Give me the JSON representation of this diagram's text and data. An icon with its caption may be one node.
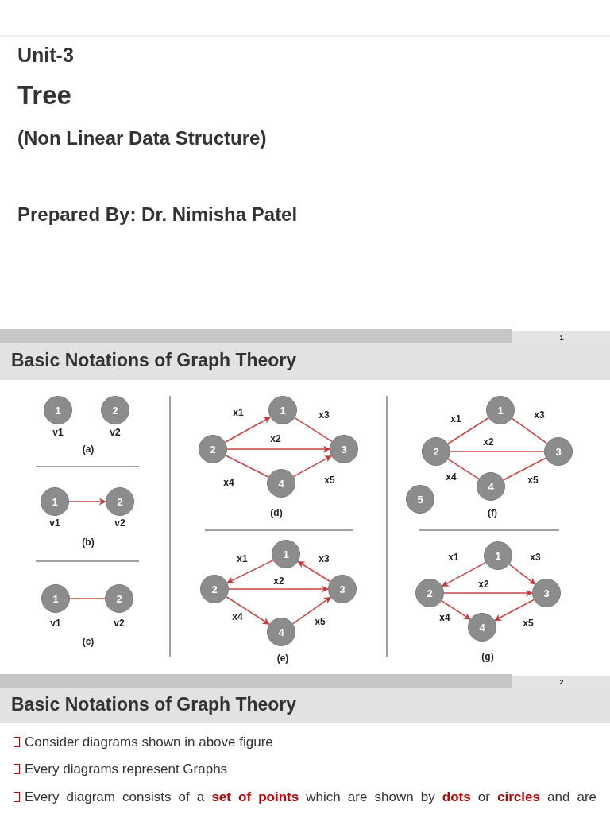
{
  "diagram": {
    "nodes": [
      {
        "text": [
          "1"
        ],
        "beside": [
          "v1"
        ]
      },
      {
        "text": [
          "2"
        ],
        "beside": [
          "v2"
        ]
      },
      {
        "text": [
          "1"
        ],
        "beside": [
          "v1"
        ]
      },
      {
        "text": [
          "2"
        ],
        "beside": [
          "v2"
        ]
      },
      {
        "text": [
          "1"
        ],
        "beside": [
          "v1"
        ]
      },
      {
        "text": [
          "2"
        ],
        "beside": [
          "v2"
        ]
      },
      {
        "text": [
          "1"
        ]
      },
      {
        "text": [
          "2"
        ]
      },
      {
        "text": [
          "3"
        ]
      },
      {
        "text": [
          "4"
        ]
      },
      {
        "text": [
          "1"
        ]
      },
      {
        "text": [
          "2"
        ]
      },
      {
        "text": [
          "3"
        ]
      },
      {
        "text": [
          "4"
        ]
      },
      {
        "text": [
          "1"
        ]
      },
      {
        "text": [
          "2"
        ]
      },
      {
        "text": [
          "3"
        ]
      },
      {
        "text": [
          "4"
        ]
      },
      {
        "text": [
          "5"
        ]
      },
      {
        "text": [
          "1"
        ]
      },
      {
        "text": [
          "2"
        ]
      },
      {
        "text": [
          "3"
        ]
      },
      {
        "text": [
          "4"
        ]
      }
    ],
    "edges": [
      {
        "from": 2,
        "to": 3,
        "arrow": "to"
      },
      {
        "from": 4,
        "to": 5,
        "arrow": "none"
      },
      {
        "from": 7,
        "to": 6,
        "arrow": "to",
        "label": "x1"
      },
      {
        "from": 6,
        "to": 8,
        "arrow": "none",
        "label": "x3"
      },
      {
        "from": 7,
        "to": 8,
        "arrow": "to",
        "label": "x2"
      },
      {
        "from": 7,
        "to": 9,
        "arrow": "none",
        "label": "x4"
      },
      {
        "from": 9,
        "to": 8,
        "arrow": "to",
        "label": "x5"
      },
      {
        "from": 10,
        "to": 11,
        "arrow": "to",
        "label": "x1"
      },
      {
        "from": 12,
        "to": 10,
        "arrow": "to",
        "label": "x3"
      },
      {
        "from": 11,
        "to": 12,
        "arrow": "to",
        "label": "x2"
      },
      {
        "from": 11,
        "to": 13,
        "arrow": "to",
        "label": "x4"
      },
      {
        "from": 13,
        "to": 12,
        "arrow": "to",
        "label": "x5"
      },
      {
        "from": 15,
        "to": 14,
        "arrow": "none",
        "label": "x1"
      },
      {
        "from": 14,
        "to": 16,
        "arrow": "none",
        "label": "x3"
      },
      {
        "from": 15,
        "to": 16,
        "arrow": "none",
        "label": "x2"
      },
      {
        "from": 15,
        "to": 17,
        "arrow": "none",
        "label": "x4"
      },
      {
        "from": 17,
        "to": 16,
        "arrow": "none",
        "label": "x5"
      },
      {
        "from": 19,
        "to": 20,
        "arrow": "to",
        "label": "x1"
      },
      {
        "from": 19,
        "to": 21,
        "arrow": "to",
        "label": "x3"
      },
      {
        "from": 20,
        "to": 21,
        "arrow": "to",
        "label": "x2"
      },
      {
        "from": 20,
        "to": 22,
        "arrow": "to",
        "label": "x4"
      },
      {
        "from": 21,
        "to": 22,
        "arrow": "to",
        "label": "x5"
      }
    ],
    "labels": [
      "Unit-3",
      "Tree",
      "(Non Linear Data Structure)",
      "Prepared By: Dr. Nimisha Patel",
      "1",
      "Basic Notations of Graph Theory",
      "(a)",
      "(b)",
      "(c)",
      "(d)",
      "(e)",
      "(f)",
      "(g)",
      "2",
      "Basic Notations of Graph Theory",
      "Consider diagrams shown in above figure",
      "Every diagrams represent Graphs",
      "Every diagram consists of a **set of points** which are shown by **dots** or **circles** and are"
    ]
  }
}
